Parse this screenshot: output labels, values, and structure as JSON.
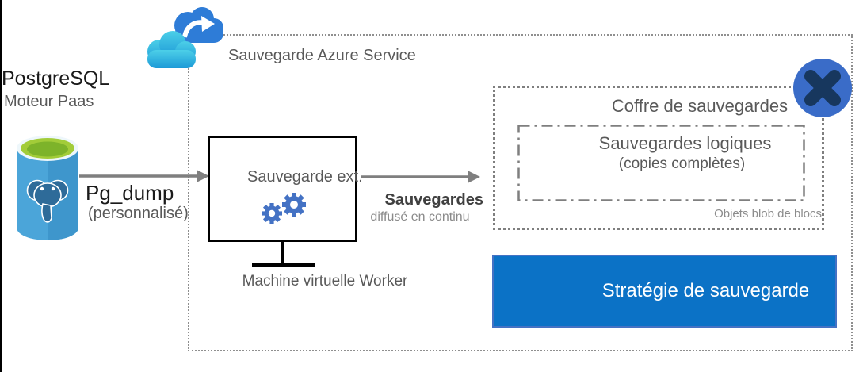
{
  "colors": {
    "accent_blue": "#0b72c6",
    "accent_blue_border": "#4472c4",
    "gear_blue": "#4472c4",
    "vault_icon_circle": "#3a6cc8",
    "vault_icon_cross": "#17375e",
    "cloud_back_blue": "#2e7cd7",
    "cloud_front_cyan_top": "#4ccfe8",
    "cloud_front_cyan_bottom": "#1d9ad7",
    "boundary_dot_gray": "#8f8f8f",
    "text_gray": "#595959",
    "text_dark": "#1a1a1a",
    "arrow_gray": "#7f7f7f"
  },
  "source": {
    "title": "PostgreSQL",
    "subtitle": "Moteur Paas",
    "arrow_label": "Pg_dump",
    "arrow_note": "(personnalisé)"
  },
  "azure": {
    "service_label": "Sauvegarde Azure Service"
  },
  "worker": {
    "box_label": "Sauvegarde ext.",
    "caption": "Machine virtuelle Worker"
  },
  "stream": {
    "label": "Sauvegardes",
    "sublabel": "diffusé en continu"
  },
  "vault": {
    "title": "Coffre de sauvegardes",
    "inner_title": "Sauvegardes logiques",
    "inner_note": "(copies complètes)",
    "footer_note": "Objets blob de blocs"
  },
  "strategy": {
    "label": "Stratégie de sauvegarde"
  },
  "icons": {
    "cloud": "azure-backup-cloud-icon",
    "database": "postgresql-database-icon",
    "gears": "gears-icon",
    "vault": "backup-vault-icon"
  }
}
